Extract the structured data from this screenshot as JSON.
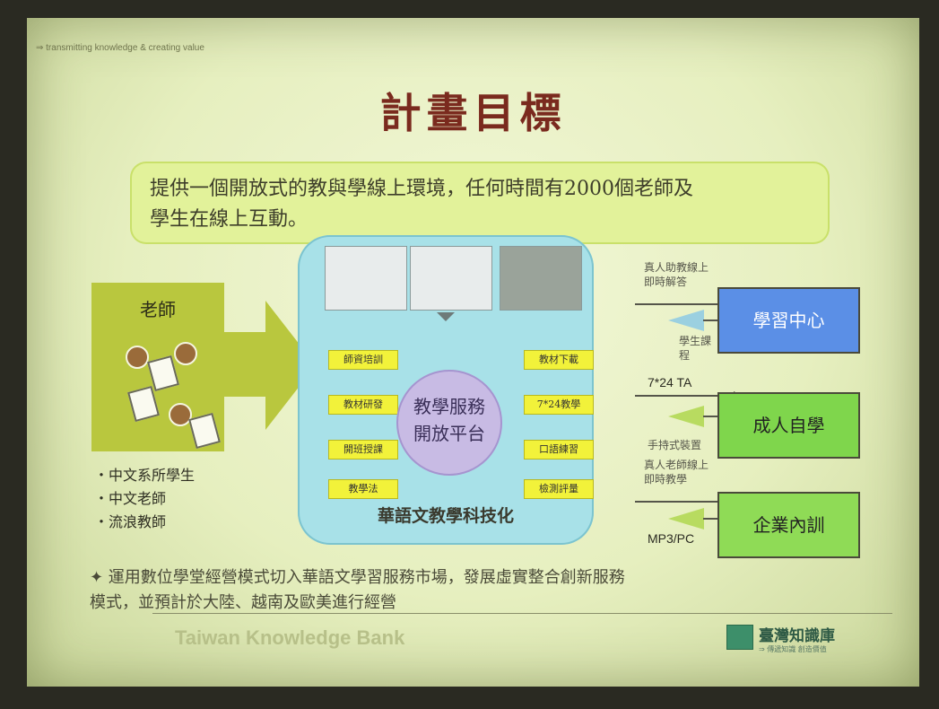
{
  "slide": {
    "tagline": "⇒ transmitting knowledge & creating value",
    "title": "計畫目標",
    "goal_line1": "提供一個開放式的教與學線上環境，任何時間有2000個老師及",
    "goal_line2": "學生在線上互動。"
  },
  "teacher": {
    "label": "老師",
    "bullets": [
      "‧中文系所學生",
      "‧中文老師",
      "‧流浪教師"
    ]
  },
  "platform": {
    "left_tags": [
      "師資培訓",
      "教材研發",
      "開班授課",
      "教學法"
    ],
    "right_tags": [
      "教材下載",
      "7*24教學",
      "口語練習",
      "檢測評量"
    ],
    "center_line1": "教學服務",
    "center_line2": "開放平台",
    "label": "華語文教學科技化"
  },
  "flows": {
    "note1_line1": "真人助教線上",
    "note1_line2": "即時解答",
    "note2_line1": "學生課",
    "note2_line2": "程",
    "note3": "7*24 TA",
    "note4": "手持式裝置",
    "note5_line1": "真人老師線上",
    "note5_line2": "即時教學",
    "note6": "MP3/PC"
  },
  "services": [
    "學習中心",
    "成人自學",
    "企業內訓"
  ],
  "bottom": {
    "line1": "✦ 運用數位學堂經營模式切入華語文學習服務市場，發展虛實整合創新服務",
    "line2": "模式，並預計於大陸、越南及歐美進行經營"
  },
  "footer": {
    "brand": "Taiwan Knowledge Bank",
    "logo_text": "臺灣知識庫",
    "logo_sub": "⇒ 傳遞知識 創造價值"
  }
}
